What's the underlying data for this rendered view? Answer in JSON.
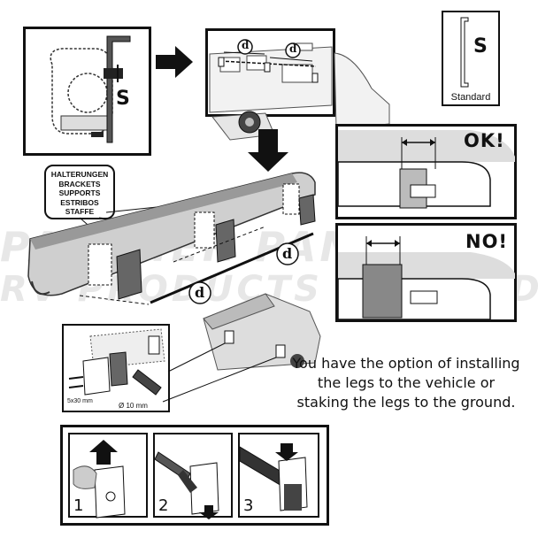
{
  "panels": {
    "s_label": "S",
    "standard_box": {
      "letter": "S",
      "caption": "Standard"
    },
    "distance_label": "d",
    "ok_label": "OK!",
    "no_label": "NO!"
  },
  "brackets_label": [
    "HALTERUNGEN",
    "BRACKETS",
    "SUPPORTS",
    "ESTRIBOS",
    "STAFFE"
  ],
  "option_text": "You have the option of installing the legs to the vehicle or staking the legs to the ground.",
  "install_detail": {
    "screw_size": "5x30 mm",
    "drill_size": "Ø 10 mm"
  },
  "steps": [
    "1",
    "2",
    "3"
  ],
  "watermark": {
    "line1": "PANTHER PANTHER",
    "line2": "RV PRODUCTS RV PRODUCTS"
  }
}
